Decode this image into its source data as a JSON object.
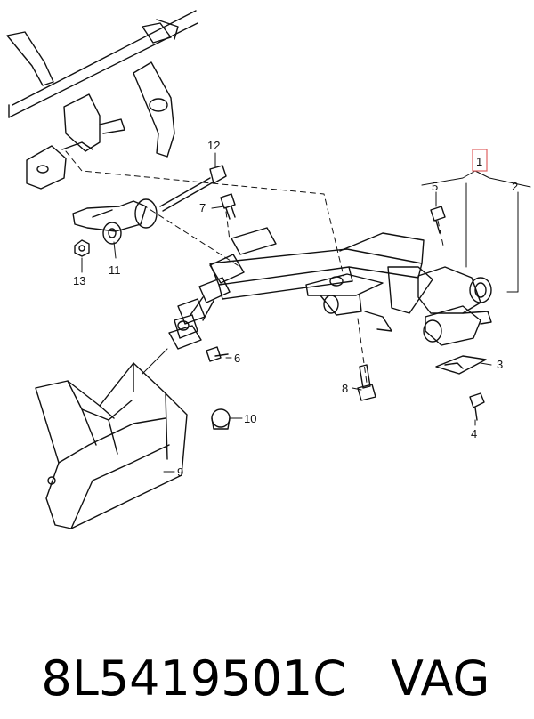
{
  "diagram": {
    "callouts": {
      "c1": "1",
      "c2": "2",
      "c3": "3",
      "c4": "4",
      "c5": "5",
      "c6": "6",
      "c7": "7",
      "c8": "8",
      "c9": "9",
      "c10": "10",
      "c11": "11",
      "c12": "12",
      "c13": "13"
    },
    "highlight_color": "#e06060"
  },
  "footer": {
    "part_number": "8L5419501C",
    "brand": "VAG"
  }
}
